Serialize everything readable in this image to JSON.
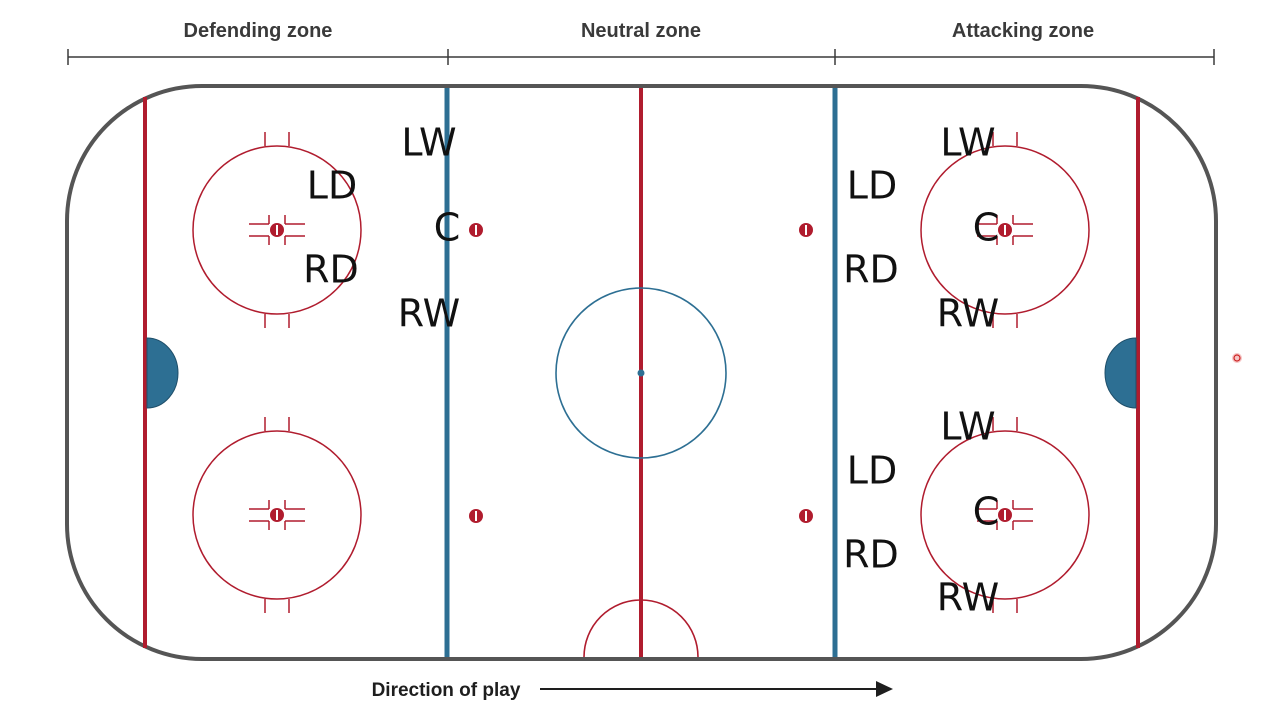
{
  "zones": {
    "defending": "Defending zone",
    "neutral": "Neutral zone",
    "attacking": "Attacking zone"
  },
  "direction_label": "Direction of play",
  "colors": {
    "red": "#b01c2e",
    "blue": "#2d6f93",
    "board": "#555555",
    "text": "#111111"
  },
  "positions": {
    "defending_left": [
      "LW",
      "LD",
      "C",
      "RD",
      "RW"
    ],
    "attacking_upper": [
      "LW",
      "LD",
      "C",
      "RD",
      "RW"
    ],
    "attacking_lower": [
      "LW",
      "LD",
      "C",
      "RD",
      "RW"
    ]
  }
}
